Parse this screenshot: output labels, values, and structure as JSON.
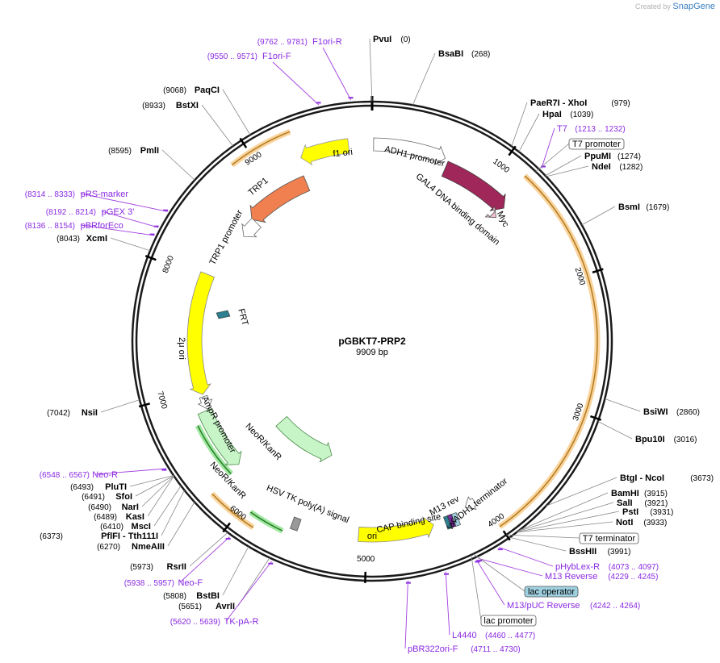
{
  "app": {
    "created_by": "Created by",
    "brand": "SnapGene"
  },
  "plasmid": {
    "name": "pGBKT7-PRP2",
    "length_label": "9909 bp",
    "length": 9909
  },
  "colors": {
    "backbone": "#1a1a1a",
    "primer": "#8a2be2",
    "orf_highlight": "#f5b04c",
    "feature_yellow": "#ffff00",
    "trp1": "#f08050",
    "gal4": "#a0275a",
    "neo": "#c8f5c8",
    "lac_operator": "#9fd0e0",
    "frt": "#2e7f8f"
  },
  "ticks": [
    {
      "pos": 1000,
      "label": "1000"
    },
    {
      "pos": 2000,
      "label": "2000"
    },
    {
      "pos": 3000,
      "label": "3000"
    },
    {
      "pos": 4000,
      "label": "4000"
    },
    {
      "pos": 5000,
      "label": "5000"
    },
    {
      "pos": 6000,
      "label": "6000"
    },
    {
      "pos": 7000,
      "label": "7000"
    },
    {
      "pos": 8000,
      "label": "8000"
    },
    {
      "pos": 9000,
      "label": "9000"
    }
  ],
  "enzymes": [
    {
      "name": "PvuI",
      "pos": "(0)",
      "bp": 0
    },
    {
      "name": "BsaBI",
      "pos": "(268)",
      "bp": 268
    },
    {
      "name": "PaeR7I  - XhoI",
      "pos": "(979)",
      "bp": 979
    },
    {
      "name": "HpaI",
      "pos": "(1039)",
      "bp": 1039
    },
    {
      "name": "PpuMI",
      "pos": "(1274)",
      "bp": 1274
    },
    {
      "name": "NdeI",
      "pos": "(1282)",
      "bp": 1282
    },
    {
      "name": "BsmI",
      "pos": "(1679)",
      "bp": 1679
    },
    {
      "name": "BsiWI",
      "pos": "(2860)",
      "bp": 2860
    },
    {
      "name": "Bpu10I",
      "pos": "(3016)",
      "bp": 3016
    },
    {
      "name": "BtgI  - NcoI",
      "pos": "(3673)",
      "bp": 3673
    },
    {
      "name": "BamHI",
      "pos": "(3915)",
      "bp": 3915
    },
    {
      "name": "SalI",
      "pos": "(3921)",
      "bp": 3921
    },
    {
      "name": "PstI",
      "pos": "(3931)",
      "bp": 3931
    },
    {
      "name": "NotI",
      "pos": "(3933)",
      "bp": 3933
    },
    {
      "name": "BssHII",
      "pos": "(3991)",
      "bp": 3991
    },
    {
      "name": "AvrII",
      "pos": "(5651)",
      "bp": 5651
    },
    {
      "name": "BstBI",
      "pos": "(5808)",
      "bp": 5808
    },
    {
      "name": "RsrII",
      "pos": "(5973)",
      "bp": 5973
    },
    {
      "name": "NmeAIII",
      "pos": "(6270)",
      "bp": 6270
    },
    {
      "name": "PflFI  - Tth111I",
      "pos": "(6373)",
      "bp": 6373
    },
    {
      "name": "MscI",
      "pos": "(6410)",
      "bp": 6410
    },
    {
      "name": "KasI",
      "pos": "(6489)",
      "bp": 6489
    },
    {
      "name": "NarI",
      "pos": "(6490)",
      "bp": 6490
    },
    {
      "name": "SfoI",
      "pos": "(6491)",
      "bp": 6491
    },
    {
      "name": "PluTI",
      "pos": "(6493)",
      "bp": 6493
    },
    {
      "name": "NsiI",
      "pos": "(7042)",
      "bp": 7042
    },
    {
      "name": "XcmI",
      "pos": "(8043)",
      "bp": 8043
    },
    {
      "name": "PmlI",
      "pos": "(8595)",
      "bp": 8595
    },
    {
      "name": "BstXI",
      "pos": "(8933)",
      "bp": 8933
    },
    {
      "name": "PaqCI",
      "pos": "(9068)",
      "bp": 9068
    }
  ],
  "primers": [
    {
      "name": "F1ori-R",
      "range": "(9762 .. 9781)",
      "bp": 9771
    },
    {
      "name": "F1ori-F",
      "range": "(9550 .. 9571)",
      "bp": 9560
    },
    {
      "name": "T7",
      "range": "(1213 .. 1232)",
      "bp": 1222
    },
    {
      "name": "pRS-marker",
      "range": "(8314 .. 8333)",
      "bp": 8323
    },
    {
      "name": "pGEX 3'",
      "range": "(8192 .. 8214)",
      "bp": 8203
    },
    {
      "name": "pBRforEco",
      "range": "(8136 .. 8154)",
      "bp": 8145
    },
    {
      "name": "Neo-R",
      "range": "(6548 .. 6567)",
      "bp": 6557
    },
    {
      "name": "Neo-F",
      "range": "(5938 .. 5957)",
      "bp": 5947
    },
    {
      "name": "TK-pA-R",
      "range": "(5620 .. 5639)",
      "bp": 5629
    },
    {
      "name": "pHybLex-R",
      "range": "(4073 .. 4097)",
      "bp": 4085
    },
    {
      "name": "M13 Reverse",
      "range": "(4229 .. 4245)",
      "bp": 4237
    },
    {
      "name": "M13/pUC Reverse",
      "range": "(4242 .. 4264)",
      "bp": 4253
    },
    {
      "name": "L4440",
      "range": "(4460 .. 4477)",
      "bp": 4468
    },
    {
      "name": "pBR322ori-F",
      "range": "(4711 .. 4730)",
      "bp": 4720
    }
  ],
  "boxed_features": [
    {
      "name": "T7 promoter"
    },
    {
      "name": "T7 terminator"
    },
    {
      "name": "lac operator"
    },
    {
      "name": "lac promoter"
    }
  ],
  "features": {
    "f1_ori": "f1 ori",
    "adh1_promoter": "ADH1 promoter",
    "gal4": "GAL4 DNA binding domain",
    "myc": "Myc",
    "trp1": "TRP1",
    "trp1_promoter": "TRP1 promoter",
    "frt": "FRT",
    "two_micron": "2μ ori",
    "ampr_promoter": "AmpR promoter",
    "neo_inner": "NeoR/KanR",
    "neo_outer": "NeoR/KanR",
    "hsv": "HSV TK poly(A) signal",
    "ori": "ori",
    "cap": "CAP binding site",
    "m13rev": "M13 rev",
    "adh1_term": "ADH1 terminator",
    "lacop_small": "lac"
  }
}
